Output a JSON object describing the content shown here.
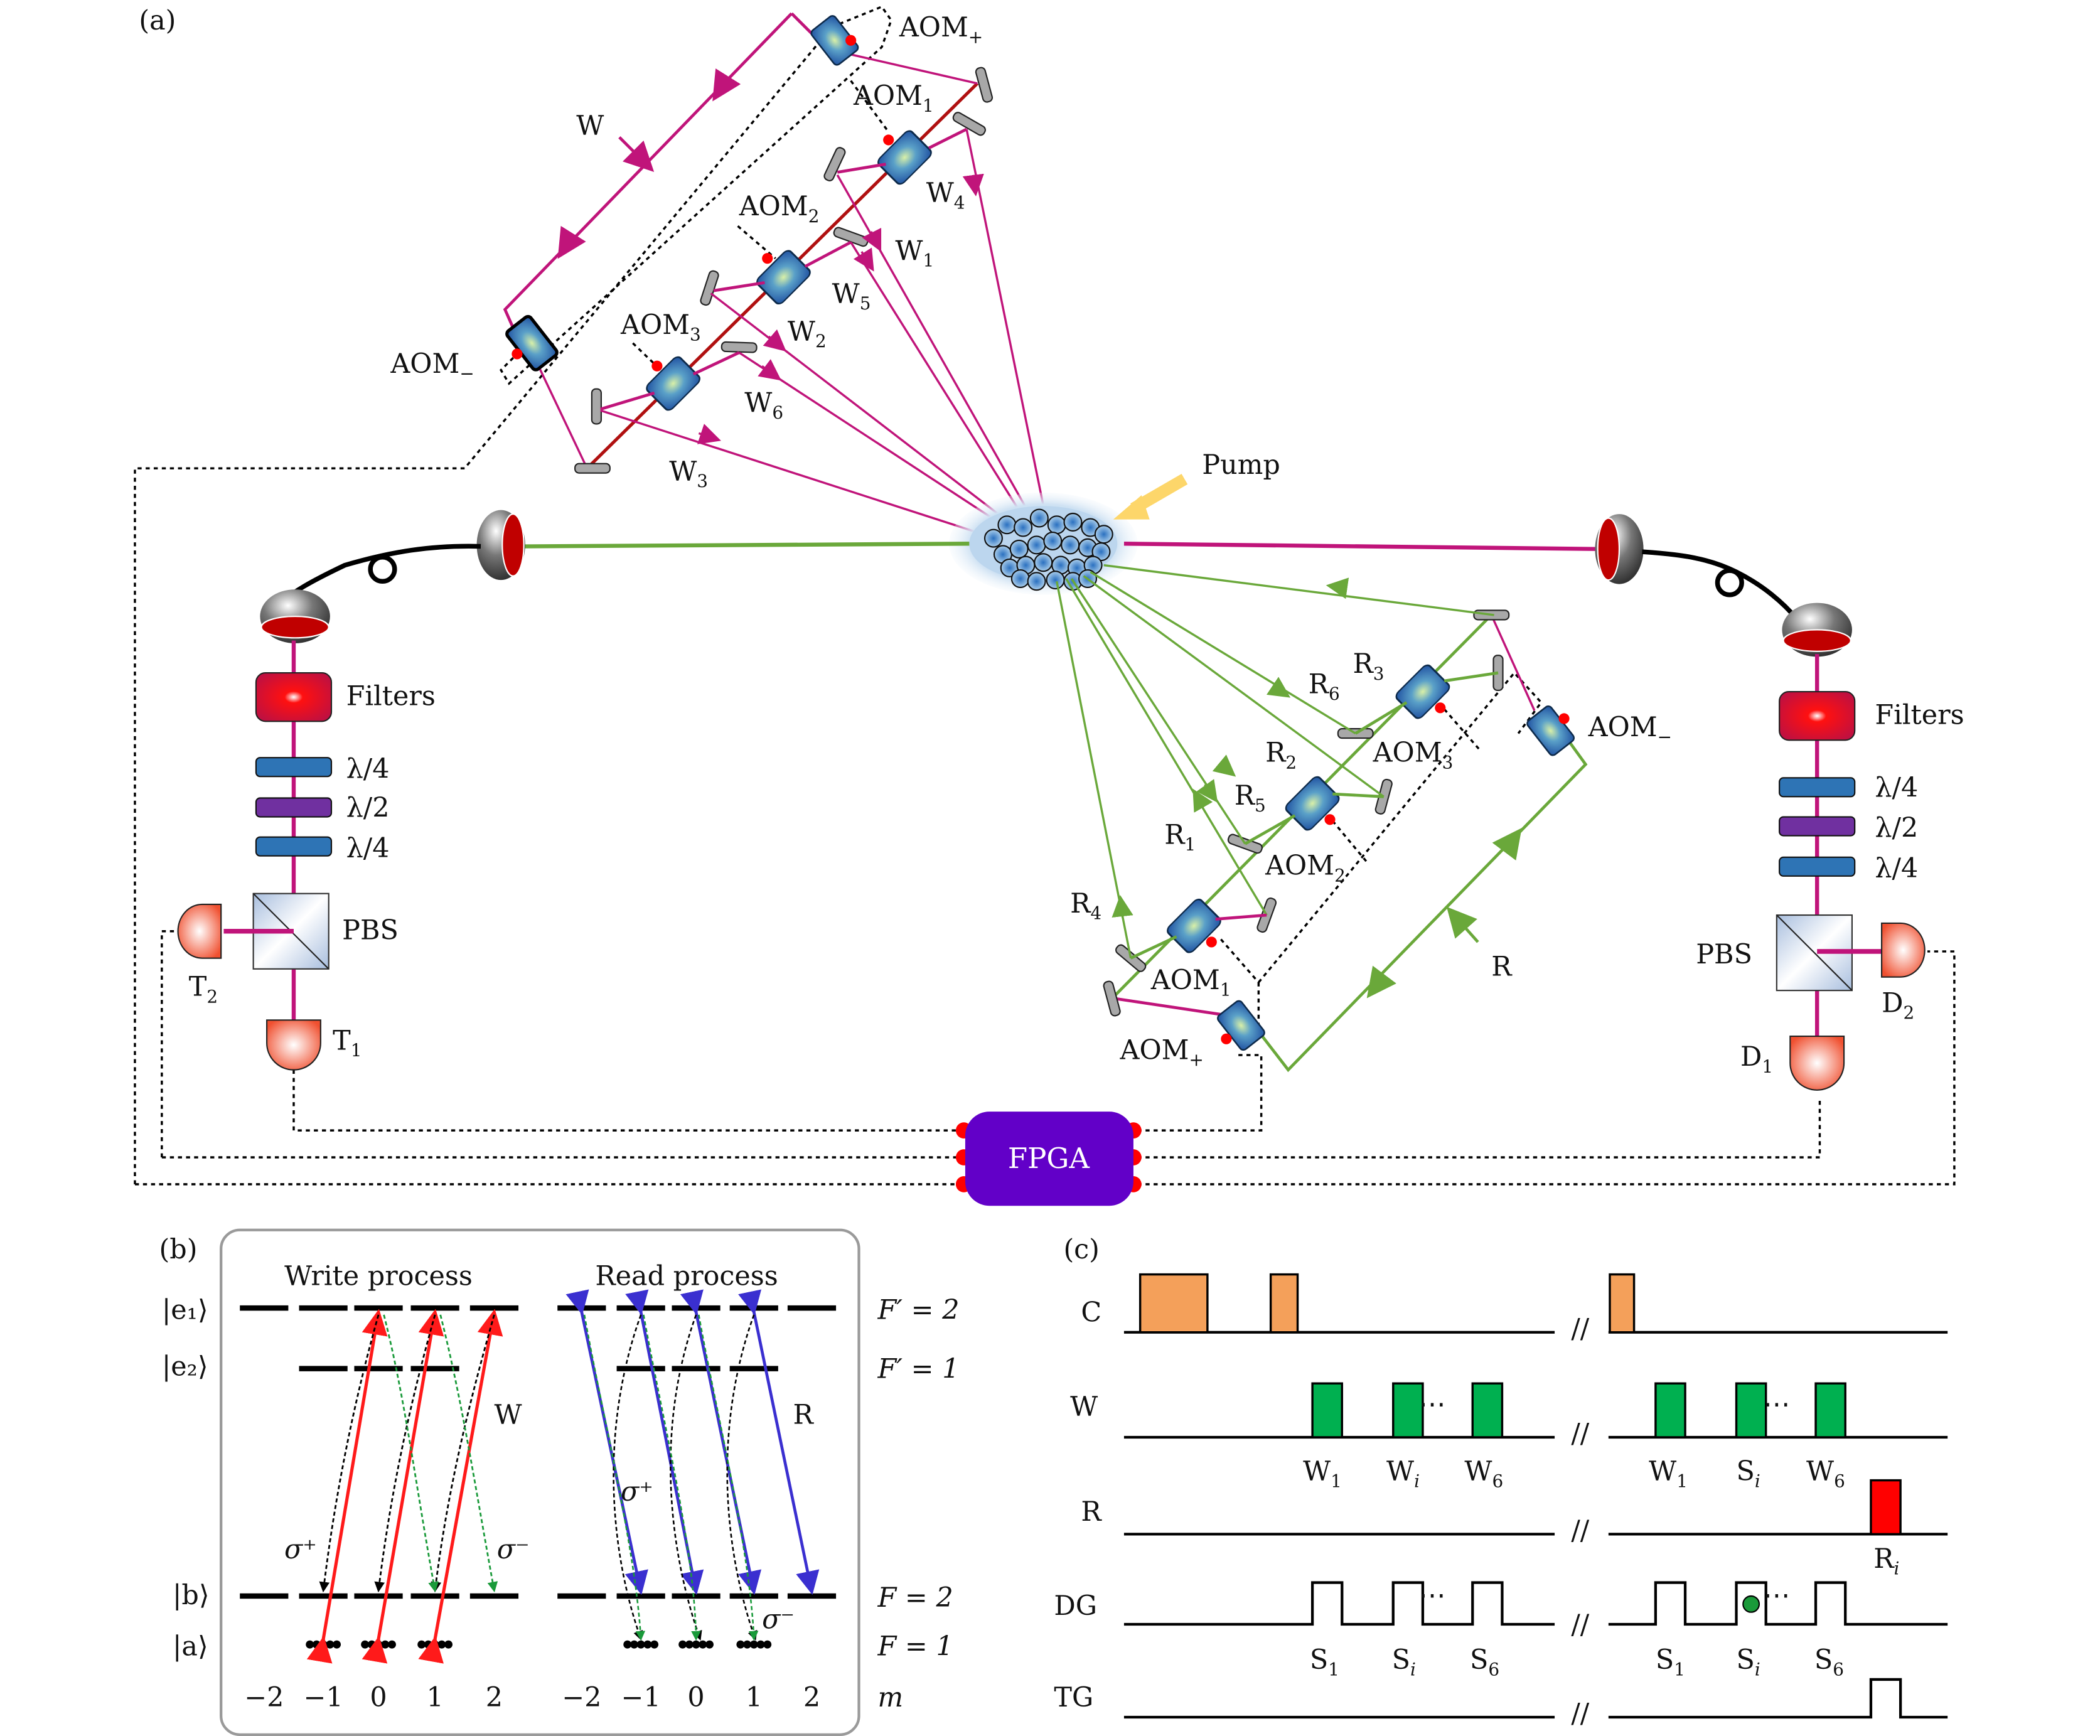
{
  "figure": {
    "panels": {
      "a": "(a)",
      "b": "(b)",
      "c": "(c)"
    },
    "setup": {
      "write_label": "W",
      "read_label": "R",
      "pump_label": "Pump",
      "fpga_label": "FPGA",
      "write_aoms": {
        "plus": "AOM",
        "plus_sub": "+",
        "minus": "AOM",
        "minus_sub": "−",
        "aom1": "AOM",
        "aom1_sub": "1",
        "aom2": "AOM",
        "aom2_sub": "2",
        "aom3": "AOM",
        "aom3_sub": "3"
      },
      "write_beams": [
        {
          "base": "W",
          "sub": "1"
        },
        {
          "base": "W",
          "sub": "2"
        },
        {
          "base": "W",
          "sub": "3"
        },
        {
          "base": "W",
          "sub": "4"
        },
        {
          "base": "W",
          "sub": "5"
        },
        {
          "base": "W",
          "sub": "6"
        }
      ],
      "read_aoms": {
        "plus": "AOM",
        "plus_sub": "+",
        "minus": "AOM",
        "minus_sub": "−",
        "aom1": "AOM",
        "aom1_sub": "1",
        "aom2": "AOM",
        "aom2_sub": "2",
        "aom3": "AOM",
        "aom3_sub": "3"
      },
      "read_beams": [
        {
          "base": "R",
          "sub": "1"
        },
        {
          "base": "R",
          "sub": "2"
        },
        {
          "base": "R",
          "sub": "3"
        },
        {
          "base": "R",
          "sub": "4"
        },
        {
          "base": "R",
          "sub": "5"
        },
        {
          "base": "R",
          "sub": "6"
        }
      ],
      "left_chain": {
        "filters": "Filters",
        "qwp1": "λ/4",
        "hwp": "λ/2",
        "qwp2": "λ/4",
        "pbs": "PBS",
        "det1": "T",
        "det1_sub": "1",
        "det2": "T",
        "det2_sub": "2"
      },
      "right_chain": {
        "filters": "Filters",
        "qwp1": "λ/4",
        "hwp": "λ/2",
        "qwp2": "λ/4",
        "pbs": "PBS",
        "det1": "D",
        "det1_sub": "1",
        "det2": "D",
        "det2_sub": "2"
      },
      "colors": {
        "write_beam": "#c0147a",
        "read_beam": "#6aa83a",
        "fpga": "#6200c8",
        "pump_arrow": "#fdd66a",
        "aom_blue": "#2f6fb0",
        "filter_red": "#ff1010",
        "qwp_blue": "#2e74b5",
        "hwp_purple": "#7030a0"
      }
    },
    "levels": {
      "write_title": "Write process",
      "read_title": "Read process",
      "left_labels": [
        "|e₁⟩",
        "|e₂⟩",
        "|b⟩",
        "|a⟩"
      ],
      "right_labels": [
        "F′ = 2",
        "F′ = 1",
        "F = 2",
        "F = 1",
        "m"
      ],
      "m_values_write": [
        "−2",
        "−1",
        "0",
        "1",
        "2"
      ],
      "m_values_read": [
        "−2",
        "−1",
        "0",
        "1",
        "2"
      ],
      "write_beam_label": "W",
      "read_beam_label": "R",
      "sigma_plus": "σ⁺",
      "sigma_minus": "σ⁻",
      "colors": {
        "write_arrow": "#ff1a1a",
        "read_arrow": "#3a2fd0",
        "decay_black": "#000000",
        "decay_green": "#1a9a3a"
      }
    },
    "timing": {
      "rows": [
        "C",
        "W",
        "R",
        "DG",
        "TG"
      ],
      "break_mark": "//",
      "w_labels_left": [
        {
          "base": "W",
          "sub": "1"
        },
        {
          "base": "W",
          "sub": "i"
        },
        {
          "base": "W",
          "sub": "6"
        }
      ],
      "w_labels_right": [
        {
          "base": "W",
          "sub": "1"
        },
        {
          "base": "S",
          "sub": "i"
        },
        {
          "base": "W",
          "sub": "6"
        }
      ],
      "r_label": {
        "base": "R",
        "sub": "i"
      },
      "s_labels_left": [
        {
          "base": "S",
          "sub": "1"
        },
        {
          "base": "S",
          "sub": "i"
        },
        {
          "base": "S",
          "sub": "6"
        }
      ],
      "s_labels_right": [
        {
          "base": "S",
          "sub": "1"
        },
        {
          "base": "S",
          "sub": "i"
        },
        {
          "base": "S",
          "sub": "6"
        }
      ],
      "ellipsis": "⋯",
      "colors": {
        "C": "#f4a05a",
        "W": "#00b050",
        "R": "#ff0000",
        "marker": "#1a9a3a"
      }
    }
  }
}
